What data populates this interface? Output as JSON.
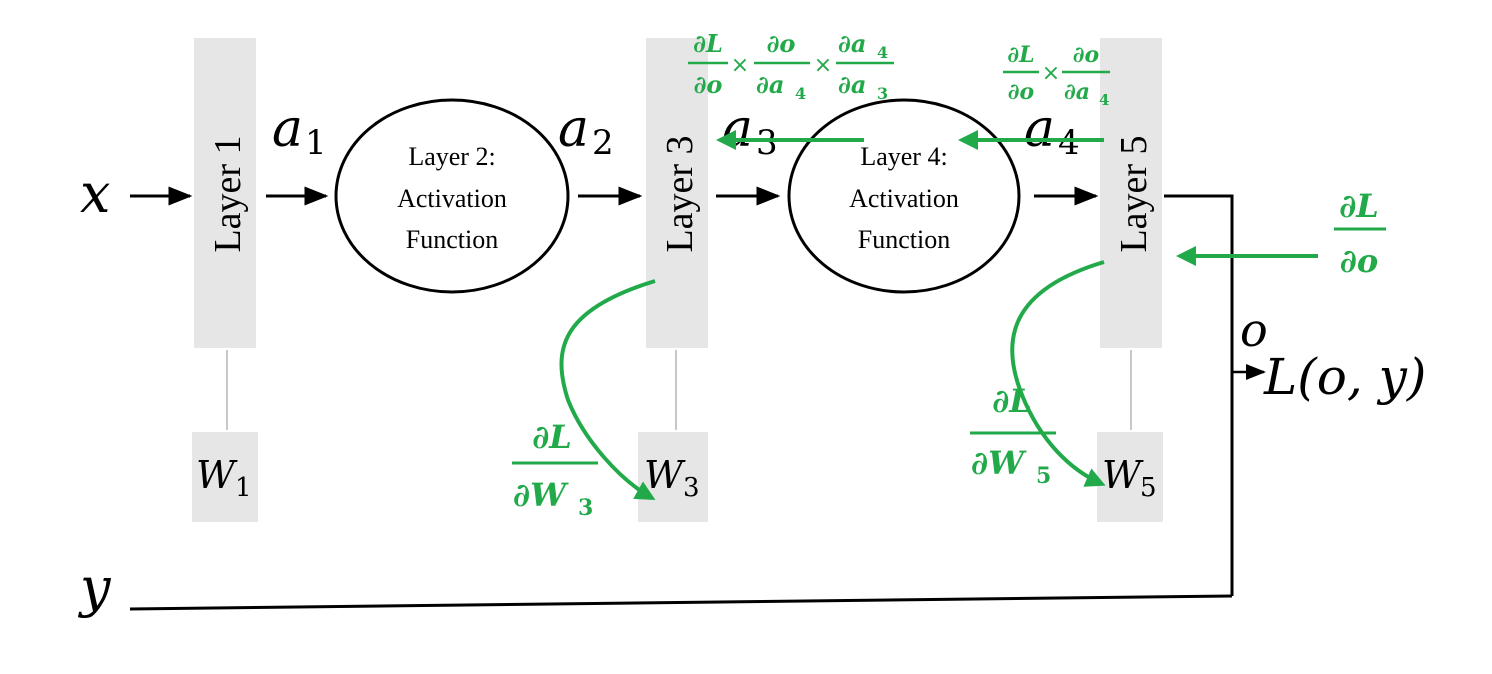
{
  "colors": {
    "layer_box": "#e6e6e6",
    "ink": "#000000",
    "grad": "#22aa4a",
    "connector": "#b5b5b5"
  },
  "inputs": {
    "x": "x",
    "y": "y"
  },
  "layers": {
    "layer1": "Layer 1",
    "layer2_line1": "Layer 2:",
    "layer2_line2": "Activation",
    "layer2_line3": "Function",
    "layer3": "Layer 3",
    "layer4_line1": "Layer 4:",
    "layer4_line2": "Activation",
    "layer4_line3": "Function",
    "layer5": "Layer 5"
  },
  "activations": {
    "a1": "a",
    "a1_sub": "1",
    "a2": "a",
    "a2_sub": "2",
    "a3": "a",
    "a3_sub": "3",
    "a4": "a",
    "a4_sub": "4"
  },
  "weights": {
    "w1": "W",
    "w1_sub": "1",
    "w3": "W",
    "w3_sub": "3",
    "w5": "W",
    "w5_sub": "5"
  },
  "output": {
    "o": "o",
    "loss": "L(o, y)"
  },
  "gradients": {
    "dL": "∂L",
    "do": "∂o",
    "times": "×",
    "do_num": "∂o",
    "da4": "∂a",
    "da4_sub": "4",
    "da4_num": "∂a",
    "da4_num_sub": "4",
    "da3": "∂a",
    "da3_sub": "3",
    "dW3": "∂W",
    "dW3_sub": "3",
    "dW5": "∂W",
    "dW5_sub": "5"
  }
}
